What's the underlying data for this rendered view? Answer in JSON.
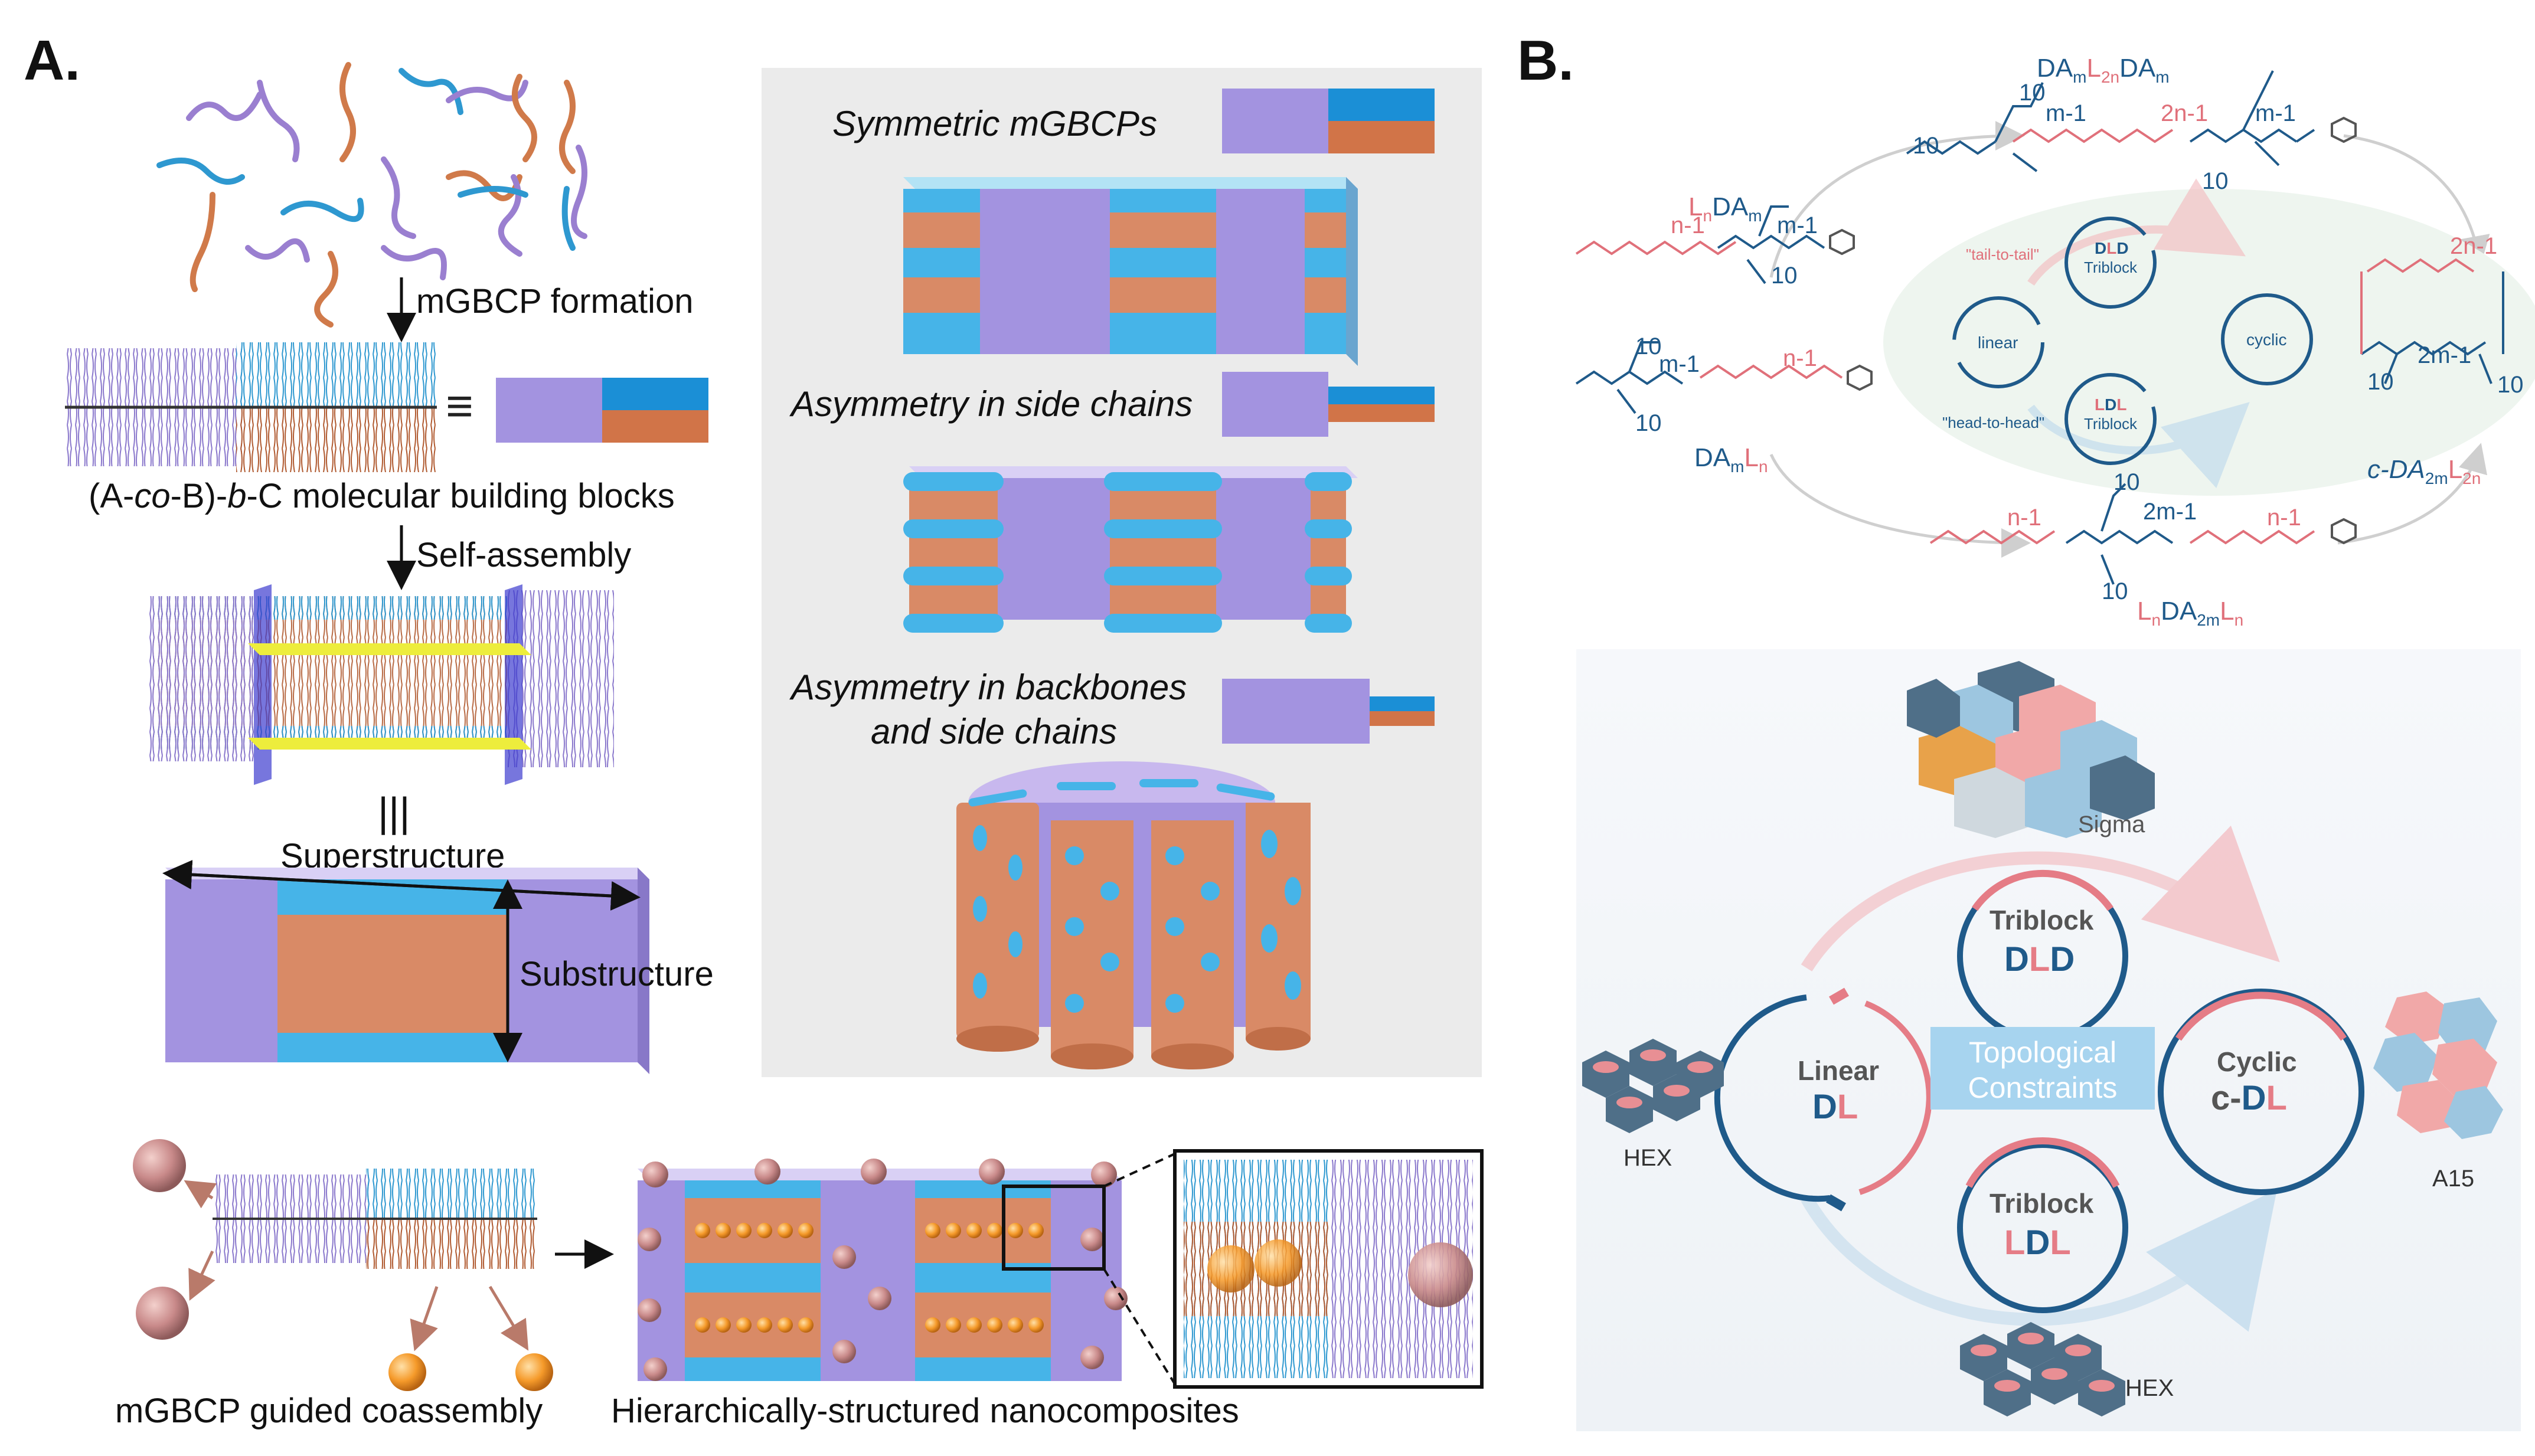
{
  "panelA": {
    "letter": "A.",
    "step1_label": "mGBCP formation",
    "building_blocks_label": "(A-co-B)-b-C molecular building blocks",
    "building_blocks_parts": [
      "(A-",
      "co",
      "-B)-",
      "b",
      "-C molecular building blocks"
    ],
    "step2_label": "Self-assembly",
    "equiv_symbol": "|||",
    "superstructure_label": "Superstructure",
    "substructure_label": "Substructure",
    "equals_symbol": "≡",
    "grey_panel": {
      "symmetric_label": "Symmetric mGBCPs",
      "asym_side_label": "Asymmetry in side chains",
      "asym_backbone_line1": "Asymmetry in backbones",
      "asym_backbone_line2": "and side chains"
    },
    "coassembly_label": "mGBCP guided coassembly",
    "nanocomposites_label": "Hierarchically-structured nanocomposites"
  },
  "panelB": {
    "letter": "B.",
    "top": {
      "top_formula": {
        "p1": "DA",
        "s1": "m",
        "p2": "L",
        "s2": "2n",
        "p3": "DA",
        "s3": "m"
      },
      "left_top_formula": {
        "p1": "L",
        "s1": "n",
        "p2": "DA",
        "s2": "m"
      },
      "left_bottom_formula": {
        "p1": "DA",
        "s1": "m",
        "p2": "L",
        "s2": "n"
      },
      "bottom_formula": {
        "p1": "L",
        "s1": "n",
        "p2": "DA",
        "s2": "2m",
        "p3": "L",
        "s3": "n"
      },
      "right_formula": {
        "p1": "c-DA",
        "s1": "2m",
        "p2": "L",
        "s2": "2n"
      },
      "tail_to_tail": "\"tail-to-tail\"",
      "head_to_head": "\"head-to-head\"",
      "linear": "linear",
      "cyclic": "cyclic",
      "dld_triblock": {
        "a": "D",
        "b": "L",
        "c": "D",
        "word": "Triblock"
      },
      "ldl_triblock": {
        "a": "L",
        "b": "D",
        "c": "L",
        "word": "Triblock"
      },
      "sub10": "10",
      "sub_m1": "m-1",
      "sub_n1": "n-1",
      "sub_2n1": "2n-1",
      "sub_2m1": "2m-1"
    },
    "bottom": {
      "sigma_label": "Sigma",
      "hex_left_label": "HEX",
      "hex_bottom_label": "HEX",
      "a15_label": "A15",
      "triblock_top": "Triblock",
      "triblock_top_seq": {
        "a": "D",
        "b": "L",
        "c": "D"
      },
      "triblock_bottom": "Triblock",
      "triblock_bottom_seq": {
        "a": "L",
        "b": "D",
        "c": "L"
      },
      "linear_word": "Linear",
      "linear_seq": {
        "a": "D",
        "b": "L"
      },
      "cyclic_word": "Cyclic",
      "cyclic_seq": {
        "prefix": "c-",
        "a": "D",
        "b": "L"
      },
      "constraints_line1": "Topological",
      "constraints_line2": "Constraints"
    }
  },
  "colors": {
    "purple": "#a393e0",
    "blue": "#46b4e8",
    "orange": "#d98a66",
    "darkblue": "#1f5a8a",
    "pink": "#e57c86",
    "yellow": "#eded3c",
    "grey_panel": "#ebebeb",
    "sphere": "#c98a8a",
    "gold": "#f59a2a"
  }
}
